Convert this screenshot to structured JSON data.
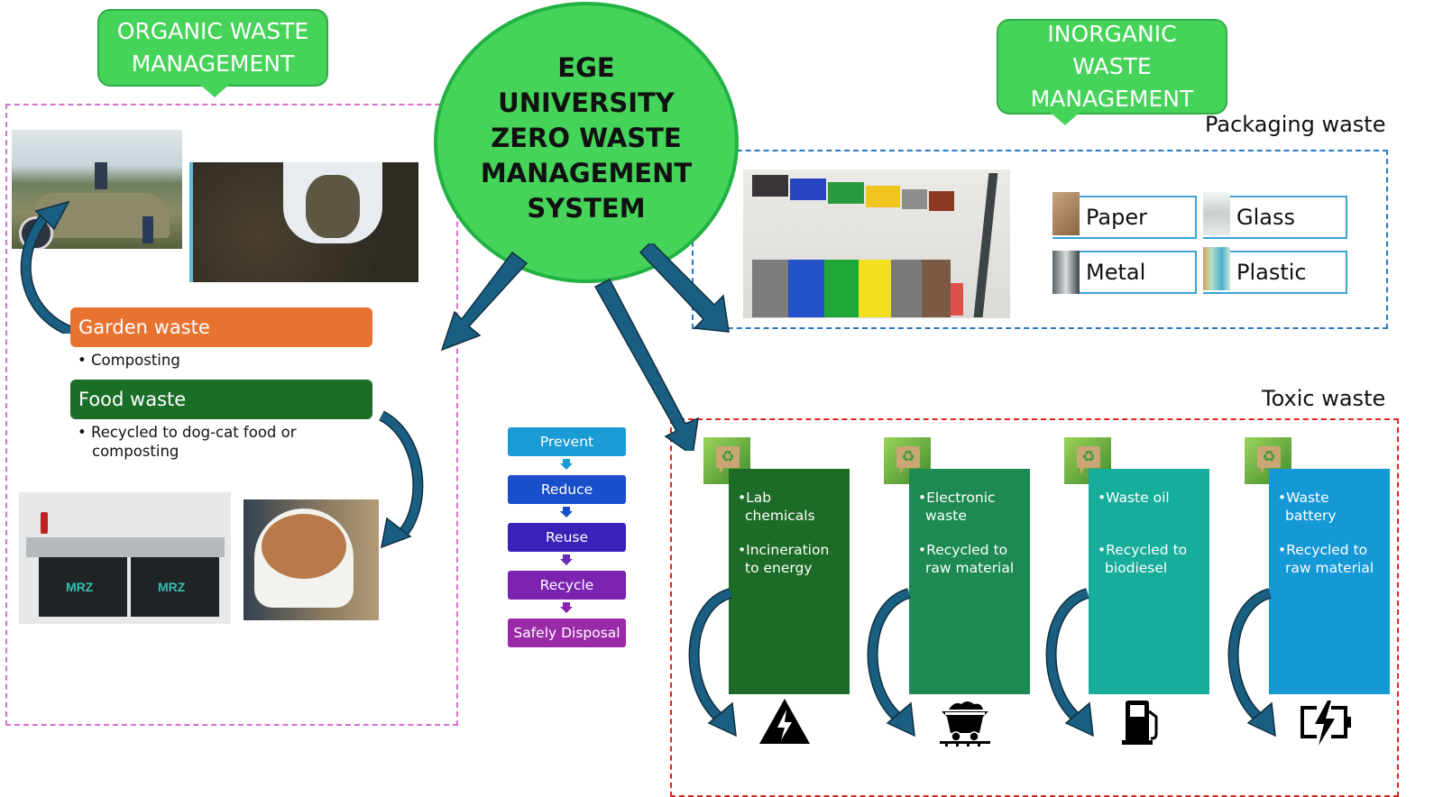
{
  "hub": {
    "title": "EGE\nUNIVERSITY\nZERO WASTE\nMANAGEMENT\nSYSTEM"
  },
  "organic": {
    "callout": "ORGANIC WASTE\nMANAGEMENT",
    "categories": [
      {
        "label": "Garden waste",
        "color": "#e87330",
        "bullets": [
          "Composting"
        ]
      },
      {
        "label": "Food waste",
        "color": "#1b6e27",
        "bullets": [
          "Recycled to dog-cat food or composting"
        ]
      }
    ],
    "photos": [
      {
        "name": "garden-waste-tractor-photo",
        "description": "Workers loading pruned branches on a tractor trailer"
      },
      {
        "name": "compost-in-hand-photo",
        "description": "Gloved hand holding compost"
      },
      {
        "name": "food-waste-machine-photo",
        "description": "Food waste processing machine",
        "brand_text": "MRZ"
      },
      {
        "name": "pet-food-bucket-photo",
        "description": "Bucket of brown processed food waste"
      }
    ]
  },
  "hierarchy": {
    "steps": [
      {
        "label": "Prevent",
        "color": "#1a9bd6"
      },
      {
        "label": "Reduce",
        "color": "#1a4fcc"
      },
      {
        "label": "Reuse",
        "color": "#3a22b8"
      },
      {
        "label": "Recycle",
        "color": "#7a24b0"
      },
      {
        "label": "Safely Disposal",
        "color": "#9a2aa8"
      }
    ]
  },
  "inorganic": {
    "callout": "INORGANIC\nWASTE\nMANAGEMENT",
    "packaging": {
      "title": "Packaging waste",
      "photo": "Color-coded recycling bins",
      "types": [
        {
          "label": "Paper",
          "icon": "cardboard-boxes-icon"
        },
        {
          "label": "Glass",
          "icon": "glass-jars-icon"
        },
        {
          "label": "Metal",
          "icon": "metal-cans-icon"
        },
        {
          "label": "Plastic",
          "icon": "plastic-bottles-icon"
        }
      ]
    },
    "toxic": {
      "title": "Toxic waste",
      "items": [
        {
          "waste": "•Lab chemicals",
          "treatment": "•Incineration to energy",
          "color": "#1c6b26",
          "end_icon": "high-voltage-icon"
        },
        {
          "waste": "•Electronic waste",
          "treatment": "•Recycled to raw material",
          "color": "#1c8a52",
          "end_icon": "mine-cart-icon"
        },
        {
          "waste": "•Waste oil",
          "treatment": "•Recycled to biodiesel",
          "color": "#16ae9a",
          "end_icon": "fuel-pump-icon"
        },
        {
          "waste": "•Waste battery",
          "treatment": "•Recycled to raw material",
          "color": "#1598d6",
          "end_icon": "battery-charging-icon"
        }
      ]
    }
  },
  "colors": {
    "callout_green": "#46d35a",
    "arrow_blue": "#1a5f82",
    "organic_frame": "#d96fd3",
    "packaging_frame": "#2a78c0",
    "toxic_frame": "#e02424"
  }
}
